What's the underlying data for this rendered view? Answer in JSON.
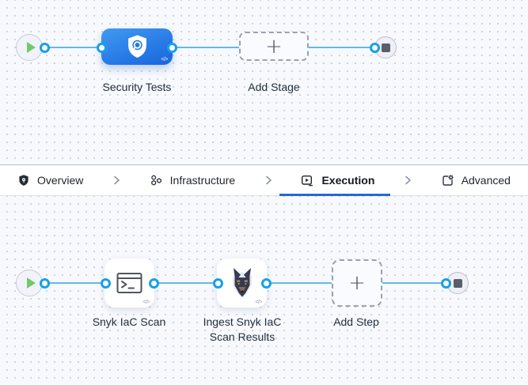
{
  "colors": {
    "accent_blue": "#2577e5",
    "connector_line_blue": "#63b8f1",
    "port_ring_blue": "#17a0e7",
    "active_tab_underline": "#2667d3",
    "play_green": "#73c969",
    "canvas_background": "#f7f9fd"
  },
  "icons": {
    "plus": "+",
    "code_badge": "</>"
  },
  "stage_section": {
    "stage_label": "Security Tests",
    "add_stage_label": "Add Stage"
  },
  "tabs": [
    {
      "label": "Overview",
      "icon": "shield-icon",
      "active": false
    },
    {
      "label": "Infrastructure",
      "icon": "infrastructure-icon",
      "active": false
    },
    {
      "label": "Execution",
      "icon": "execution-icon",
      "active": true
    },
    {
      "label": "Advanced",
      "icon": "advanced-icon",
      "active": false
    }
  ],
  "step_section": {
    "step1_label": "Snyk IaC Scan",
    "step2_label": "Ingest Snyk IaC Scan Results",
    "add_step_label": "Add Step"
  }
}
